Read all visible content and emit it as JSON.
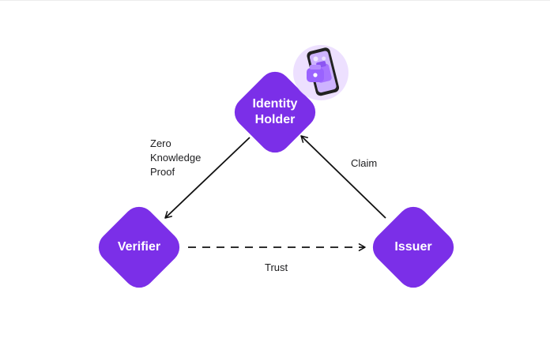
{
  "colors": {
    "node_fill": "#7b2fe8",
    "arrow": "#111111",
    "phone_circle": "#e8d8ff",
    "phone_body": "#222222",
    "phone_screen": "#b58cff"
  },
  "nodes": {
    "holder": {
      "label": "Identity\nHolder"
    },
    "verifier": {
      "label": "Verifier"
    },
    "issuer": {
      "label": "Issuer"
    }
  },
  "edges": {
    "holder_to_verifier": {
      "label": "Zero\nKnowledge\nProof"
    },
    "issuer_to_holder": {
      "label": "Claim"
    },
    "verifier_to_issuer": {
      "label": "Trust"
    }
  },
  "icons": {
    "phone": "smartphone-wallet-icon"
  }
}
